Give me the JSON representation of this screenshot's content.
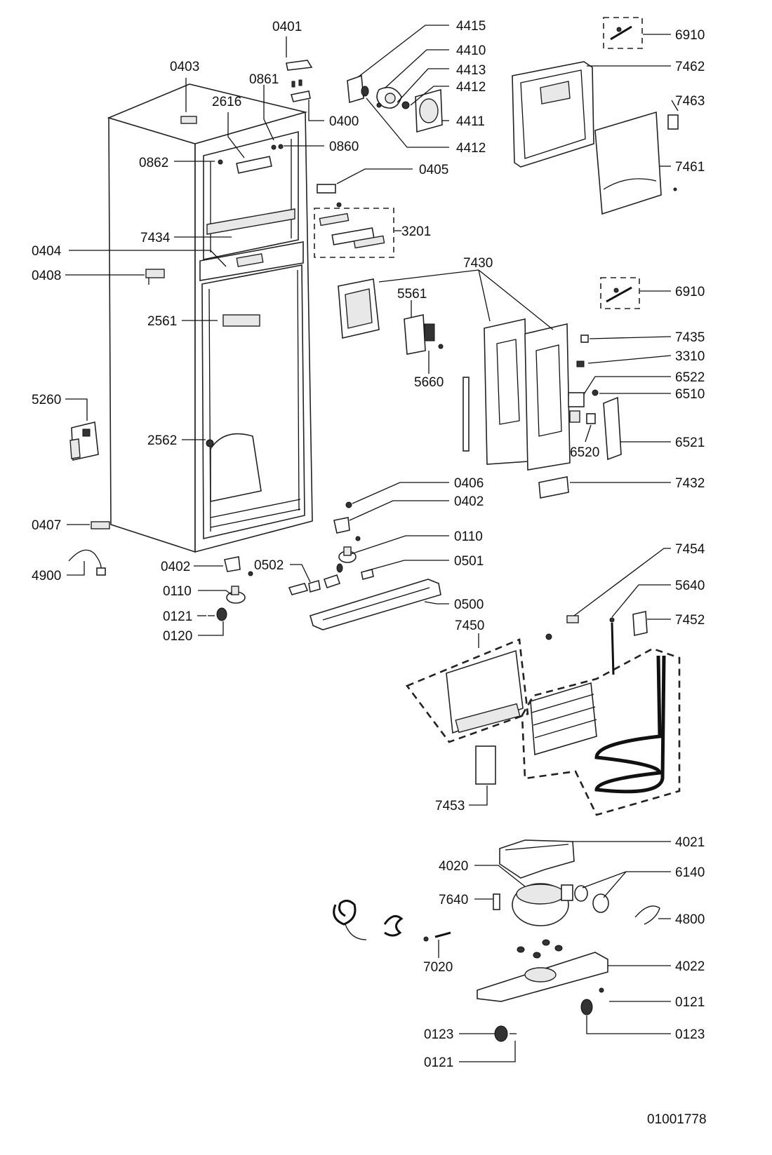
{
  "diagram": {
    "labels": {
      "0401": "0401",
      "0403": "0403",
      "0861": "0861",
      "2616": "2616",
      "0400": "0400",
      "0860": "0860",
      "0862": "0862",
      "4415": "4415",
      "4410": "4410",
      "4413": "4413",
      "4412a": "4412",
      "4411": "4411",
      "4412b": "4412",
      "6910a": "6910",
      "7462": "7462",
      "7463": "7463",
      "7461": "7461",
      "0405": "0405",
      "3201": "3201",
      "7434": "7434",
      "0404": "0404",
      "0408": "0408",
      "2561": "2561",
      "7430": "7430",
      "5561": "5561",
      "5660": "5660",
      "6910b": "6910",
      "7435": "7435",
      "3310": "3310",
      "6522": "6522",
      "6510": "6510",
      "6520": "6520",
      "6521": "6521",
      "5260": "5260",
      "2562": "2562",
      "7432": "7432",
      "0406": "0406",
      "0402a": "0402",
      "0407": "0407",
      "0110a": "0110",
      "0501": "0501",
      "4900": "4900",
      "0402b": "0402",
      "0502": "0502",
      "0110b": "0110",
      "0500": "0500",
      "0121a": "0121",
      "0120": "0120",
      "7454": "7454",
      "5640": "5640",
      "7450": "7450",
      "7452": "7452",
      "7453": "7453",
      "4021": "4021",
      "4020": "4020",
      "6140": "6140",
      "7640": "7640",
      "4800": "4800",
      "7020": "7020",
      "4022": "4022",
      "0121b": "0121",
      "0123a": "0123",
      "0123b": "0123",
      "0121c": "0121"
    },
    "drawing_number": "01001778"
  }
}
